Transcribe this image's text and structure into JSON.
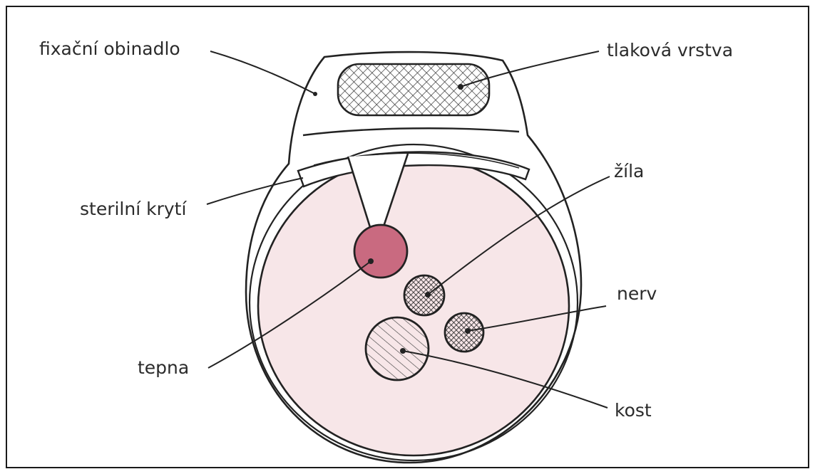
{
  "labels": {
    "bandage": "fixační obinadlo",
    "pressure_layer": "tlaková vrstva",
    "sterile_cover": "sterilní krytí",
    "vein": "žíla",
    "nerve": "nerv",
    "artery": "tepna",
    "bone": "kost"
  },
  "colors": {
    "outline": "#222222",
    "limb_fill": "#f7e6e8",
    "artery_fill": "#c96a80",
    "vein_fill": "#6e6e6e",
    "nerve_fill": "#6e6e6e",
    "bone_fill": "#f2f2f2",
    "text": "#2b2b2b"
  }
}
